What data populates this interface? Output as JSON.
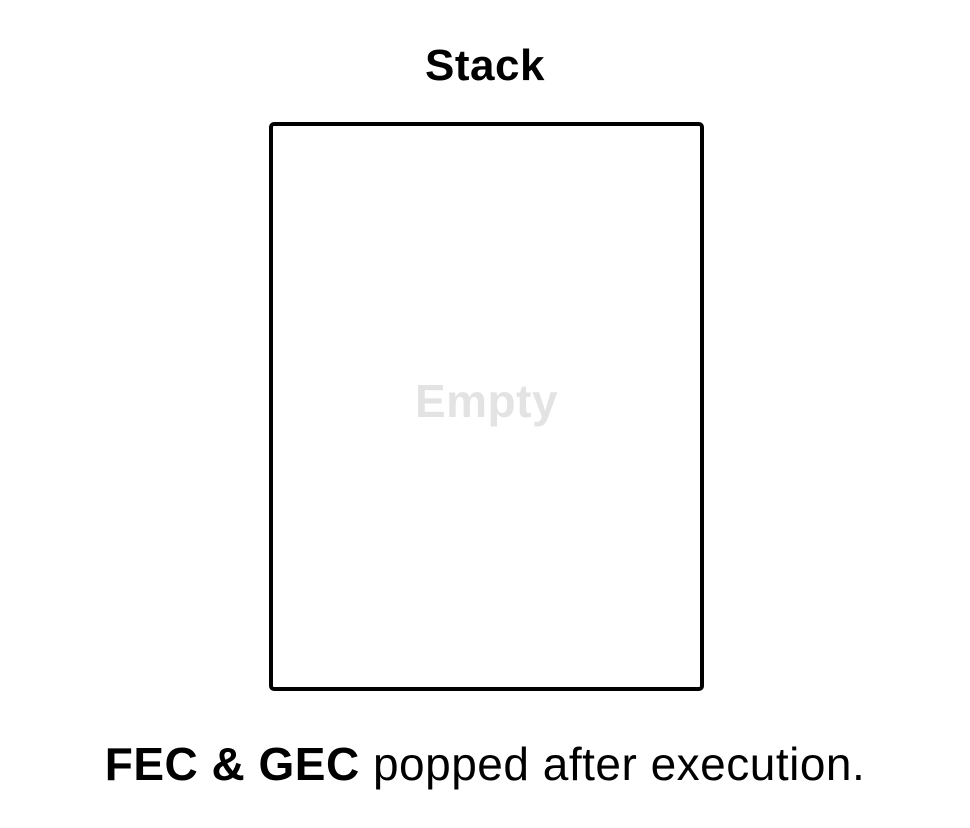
{
  "stack": {
    "title": "Stack",
    "empty_label": "Empty"
  },
  "caption": {
    "bold_text": "FEC & GEC",
    "rest_text": " popped after execution."
  },
  "colors": {
    "border": "#000000",
    "empty_text": "#e3e3e3",
    "background": "#ffffff"
  }
}
